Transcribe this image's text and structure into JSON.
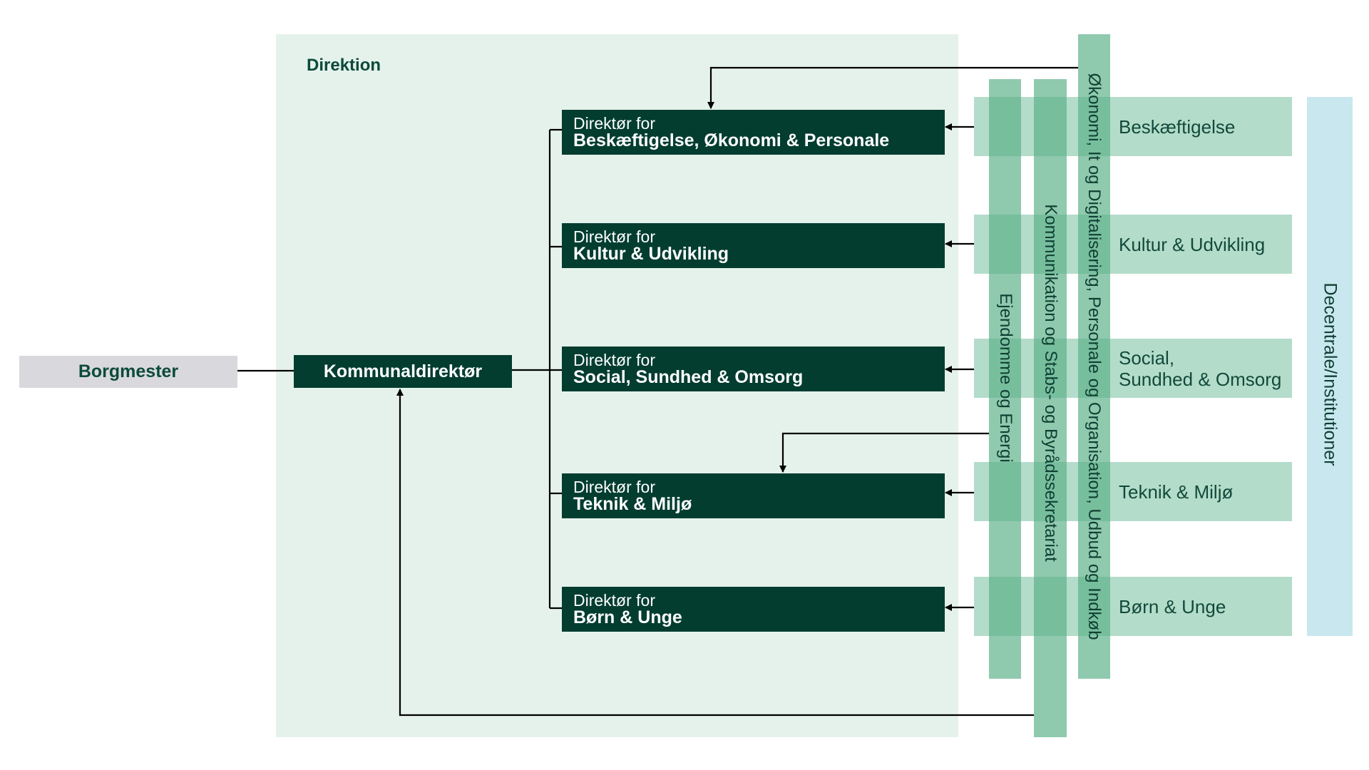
{
  "direktion": {
    "label": "Direktion"
  },
  "borgmester": {
    "label": "Borgmester"
  },
  "kommunaldirektor": {
    "label": "Kommunaldirektør"
  },
  "directors": [
    {
      "prefix": "Direktør for",
      "name": "Beskæftigelse, Økonomi & Personale"
    },
    {
      "prefix": "Direktør for",
      "name": "Kultur & Udvikling"
    },
    {
      "prefix": "Direktør for",
      "name": "Social, Sundhed & Omsorg"
    },
    {
      "prefix": "Direktør for",
      "name": "Teknik & Miljø"
    },
    {
      "prefix": "Direktør for",
      "name": "Børn & Unge"
    }
  ],
  "areas": [
    {
      "line1": "Beskæftigelse",
      "line2": ""
    },
    {
      "line1": "Kultur & Udvikling",
      "line2": ""
    },
    {
      "line1": "Social,",
      "line2": "Sundhed & Omsorg"
    },
    {
      "line1": "Teknik & Miljø",
      "line2": ""
    },
    {
      "line1": "Børn & Unge",
      "line2": ""
    }
  ],
  "staff_units": {
    "ejendomme": "Ejendomme og Energi",
    "kommunikation": "Kommunikation og Stabs- og Byrådssekretariat",
    "okonomi": "Økonomi, It og Digitalisering, Personale og Organisation, Udbud og Indkøb"
  },
  "decentrale": {
    "label": "Decentrale/Institutioner"
  },
  "colors": {
    "dark_green": "#023d30",
    "direktion_bg": "#e5f2ec",
    "area_band": "#b4dcca",
    "staff_bar": "#5aaf87",
    "decentrale": "#c8e7ee",
    "borgmester_bg": "#d9d9dd"
  }
}
